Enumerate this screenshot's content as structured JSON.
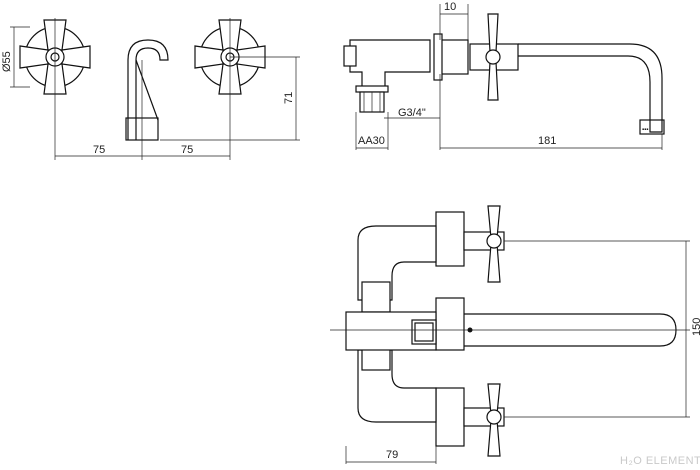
{
  "dimensions": {
    "handle_diameter": "Ø55",
    "height_71": "71",
    "spacing_left": "75",
    "spacing_right": "75",
    "wall_10": "10",
    "thread": "G3/4\"",
    "across_flats": "AA30",
    "spout_181": "181",
    "height_150": "150",
    "depth_79": "79"
  },
  "watermark": "H₂O ELEMENT"
}
